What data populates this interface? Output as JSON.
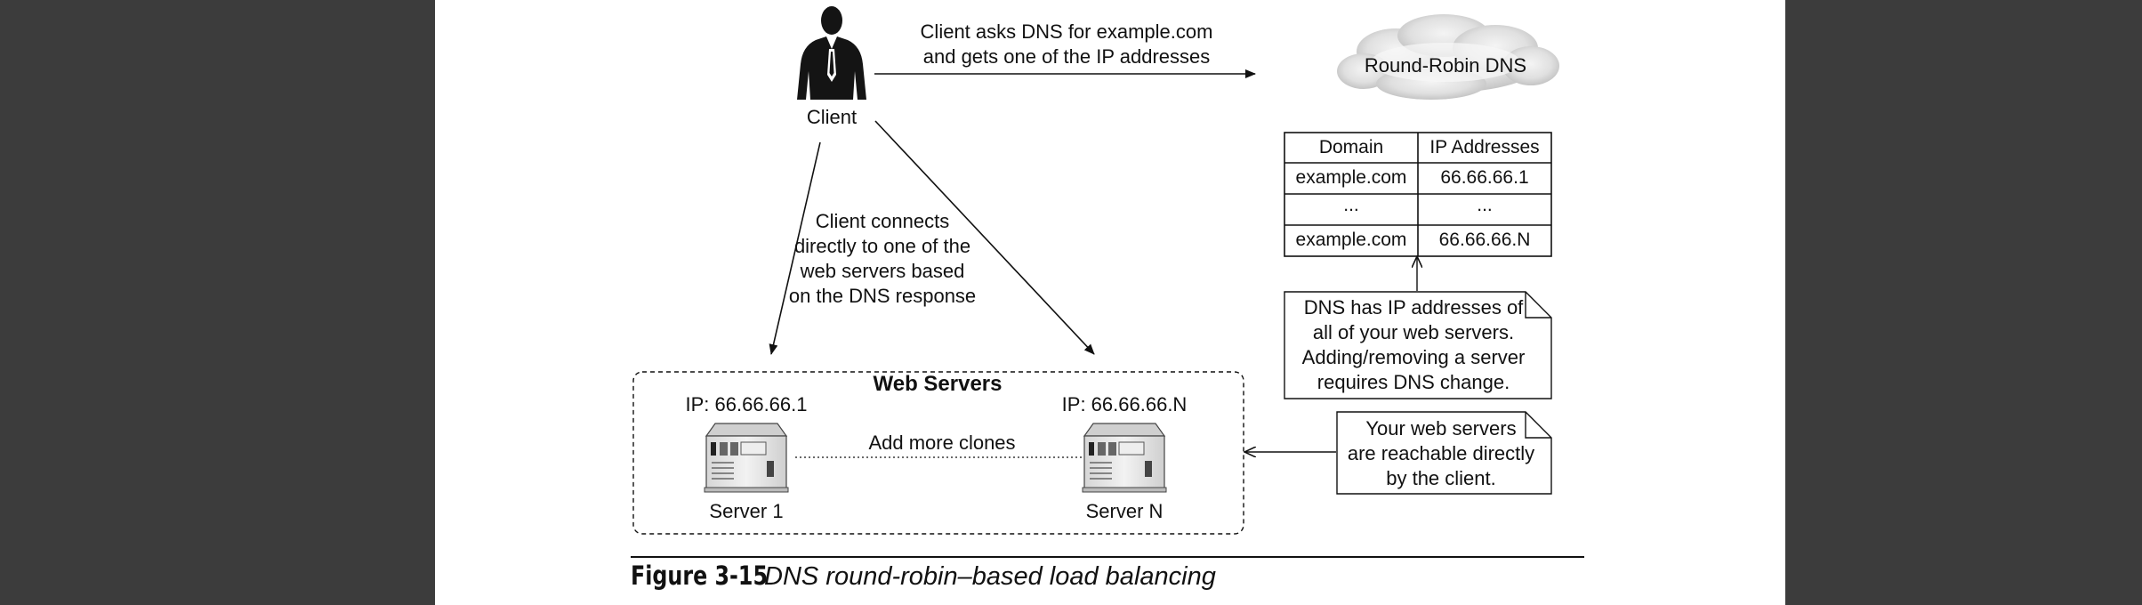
{
  "client": {
    "label": "Client",
    "icon": "person-icon"
  },
  "dns": {
    "cloud_label": "Round-Robin DNS",
    "query_note": "Client asks DNS for example.com\nand gets one of the IP addresses",
    "table": {
      "headers": [
        "Domain",
        "IP Addresses"
      ],
      "rows": [
        [
          "example.com",
          "66.66.66.1"
        ],
        [
          "...",
          "..."
        ],
        [
          "example.com",
          "66.66.66.N"
        ]
      ]
    },
    "callout": "DNS has IP addresses of\nall of your web servers.\nAdding/removing a server\nrequires DNS change."
  },
  "connect_note": "Client connects\ndirectly to one of the\nweb servers based\non the DNS response",
  "web_servers": {
    "title": "Web Servers",
    "clones_label": "Add more clones",
    "servers": [
      {
        "ip": "IP: 66.66.66.1",
        "name": "Server 1",
        "icon": "server-icon"
      },
      {
        "ip": "IP: 66.66.66.N",
        "name": "Server N",
        "icon": "server-icon"
      }
    ],
    "callout": "Your web servers\nare reachable directly\nby the client."
  },
  "caption": {
    "number": "Figure 3-15",
    "text": "DNS round-robin–based load balancing"
  },
  "colors": {
    "background": "#3c3c3c",
    "page": "#ffffff",
    "ink": "#111111",
    "cloud": "#d9d9d9",
    "server": "#e6e6e6"
  }
}
